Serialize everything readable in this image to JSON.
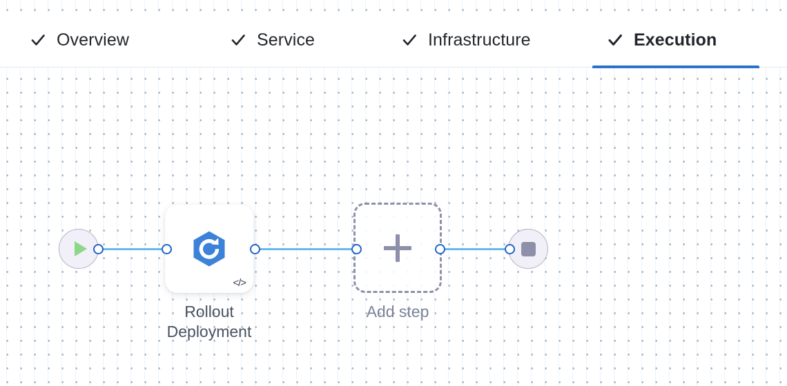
{
  "tabs": {
    "items": [
      {
        "label": "Overview",
        "icon": "check-icon",
        "active": false
      },
      {
        "label": "Service",
        "icon": "check-icon",
        "active": false
      },
      {
        "label": "Infrastructure",
        "icon": "check-icon",
        "active": false
      },
      {
        "label": "Execution",
        "icon": "check-icon",
        "active": true
      }
    ],
    "active_indicator_color": "#2c72c9"
  },
  "canvas": {
    "grid": "dot-grid",
    "dot_color": "#aab4c2",
    "line_color": "#dbeaf8",
    "background": "#ffffff"
  },
  "flow": {
    "nodes": [
      {
        "id": "start",
        "type": "start-node",
        "icon": "play-icon",
        "icon_color": "#8ed68a",
        "fill": "#f1f0f8",
        "border": "#b4b2c8",
        "label": ""
      },
      {
        "id": "rollout",
        "type": "step-node",
        "icon": "rollout-deployment-icon",
        "icon_color": "#3b82d8",
        "badge_icon": "code-icon",
        "badge_glyph": "</>",
        "label": "Rollout\nDeployment"
      },
      {
        "id": "addstep",
        "type": "add-step-node",
        "icon": "plus-icon",
        "icon_color": "#8d90a8",
        "border": "#8d90a8",
        "label": "Add step"
      },
      {
        "id": "end",
        "type": "end-node",
        "icon": "stop-icon",
        "icon_color": "#8d90a8",
        "fill": "#f1f0f8",
        "border": "#b4b2c8",
        "label": ""
      }
    ],
    "edges": [
      {
        "from": "start",
        "to": "rollout",
        "color": "#66b9f0"
      },
      {
        "from": "rollout",
        "to": "addstep",
        "color": "#66b9f0"
      },
      {
        "from": "addstep",
        "to": "end",
        "color": "#66b9f0"
      }
    ],
    "handle_color": "#1f64c8"
  }
}
